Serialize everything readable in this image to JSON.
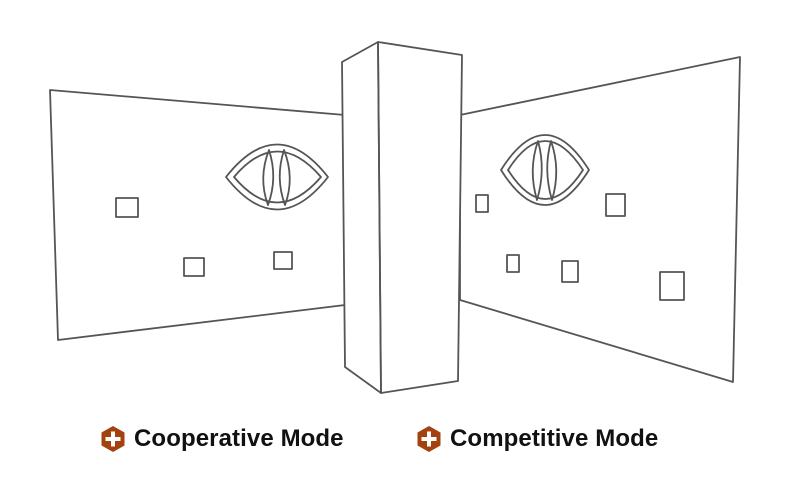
{
  "colors": {
    "line": "#555555",
    "background": "#ffffff",
    "icon_fill": "#a3420f",
    "icon_cross": "#ffffff",
    "label_text": "#111111"
  },
  "scene": {
    "left_panel": {
      "emblem": "eye-emblem",
      "markers": 3
    },
    "right_panel": {
      "emblem": "eye-emblem",
      "markers": 5
    },
    "center": "pillar"
  },
  "modes": {
    "cooperative": {
      "label": "Cooperative Mode",
      "icon": "plus-hexagon-icon"
    },
    "competitive": {
      "label": "Competitive Mode",
      "icon": "plus-hexagon-icon"
    }
  }
}
